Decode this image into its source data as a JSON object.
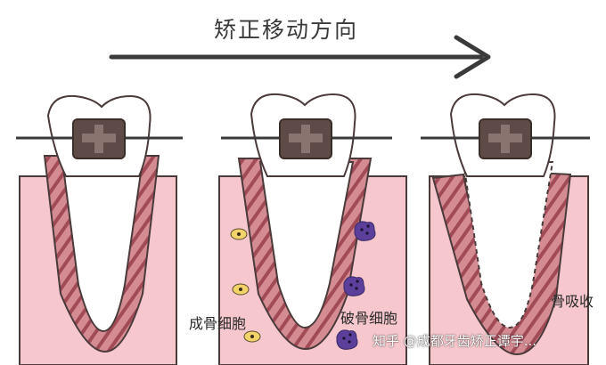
{
  "title": "矫正移动方向",
  "labels": {
    "osteoblast": "成骨细胞",
    "osteoclast": "破骨细胞",
    "bone_resorption": "骨吸收"
  },
  "watermark": "知乎 @成都牙齿矫正谭宇...",
  "colors": {
    "gum_fill": "#f6c7cc",
    "root_fill": "#d48b92",
    "root_stripe": "#a14b57",
    "outline": "#4a3a3a",
    "bracket": "#5e4a46",
    "osteoblast": "#f1d36a",
    "osteoclast": "#5b3f9a"
  },
  "icons": [
    "arrow-right-icon",
    "bracket-icon",
    "osteoblast-cell-icon",
    "osteoclast-cell-icon"
  ]
}
